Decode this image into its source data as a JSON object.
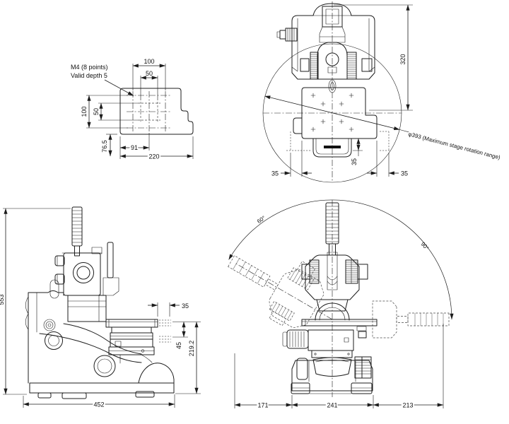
{
  "plate_view": {
    "note_line1": "M4 (8 points)",
    "note_line2": "Valid depth 5",
    "dim_100_top": "100",
    "dim_50_top": "50",
    "dim_100_left": "100",
    "dim_50_left": "50",
    "dim_76_5": "76.5",
    "dim_91": "91",
    "dim_220": "220"
  },
  "top_view": {
    "dim_320": "320",
    "rotation_label": "φ393 (Maximum stage rotation range)",
    "dim_35_left": "35",
    "dim_35_right": "35",
    "dim_35_vertical": "35"
  },
  "side_view": {
    "dim_553": "553",
    "dim_35": "35",
    "dim_45": "45",
    "dim_219_2": "219.2",
    "dim_452": "452"
  },
  "front_view": {
    "angle_left": "60°",
    "angle_right": "90°",
    "dim_171": "171",
    "dim_241": "241",
    "dim_213": "213"
  },
  "colors": {
    "line": "#1c1c1c",
    "hidden": "#8a8a8a",
    "background": "#ffffff"
  }
}
